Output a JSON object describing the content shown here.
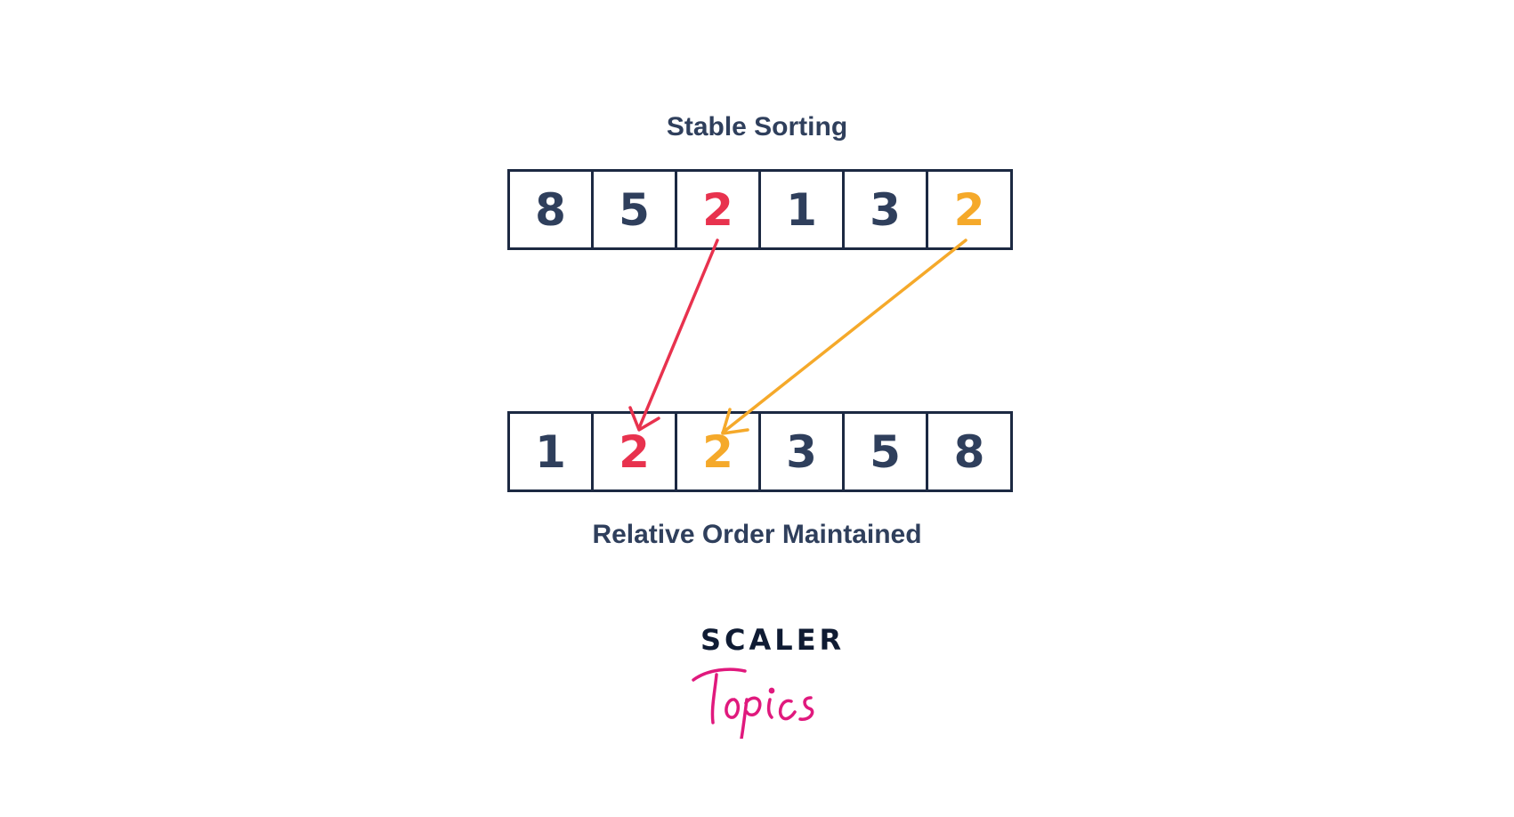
{
  "title": "Stable Sorting",
  "caption": "Relative Order Maintained",
  "input_array": [
    {
      "value": "8",
      "tone": "dark"
    },
    {
      "value": "5",
      "tone": "dark"
    },
    {
      "value": "2",
      "tone": "red"
    },
    {
      "value": "1",
      "tone": "dark"
    },
    {
      "value": "3",
      "tone": "dark"
    },
    {
      "value": "2",
      "tone": "orange"
    }
  ],
  "sorted_array": [
    {
      "value": "1",
      "tone": "dark"
    },
    {
      "value": "2",
      "tone": "red"
    },
    {
      "value": "2",
      "tone": "orange"
    },
    {
      "value": "3",
      "tone": "dark"
    },
    {
      "value": "5",
      "tone": "dark"
    },
    {
      "value": "8",
      "tone": "dark"
    }
  ],
  "arrows": [
    {
      "from_index": 2,
      "to_index": 1,
      "color": "#e8324e"
    },
    {
      "from_index": 5,
      "to_index": 2,
      "color": "#f5a92a"
    }
  ],
  "colors": {
    "dark_text": "#2f3f5c",
    "border": "#1c2942",
    "red": "#e8324e",
    "orange": "#f5a92a",
    "logo_pink": "#e0197d"
  },
  "logo": {
    "word": "SCALER",
    "script": "Topics"
  }
}
